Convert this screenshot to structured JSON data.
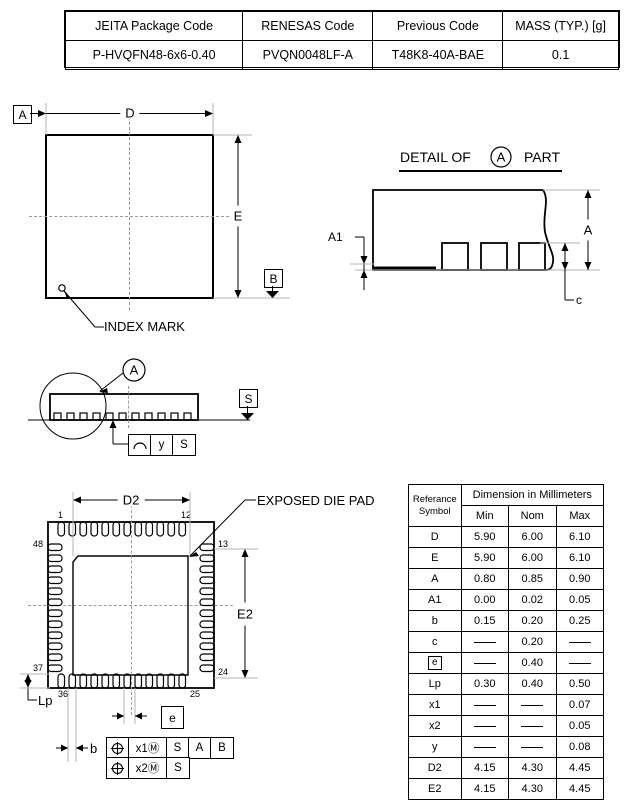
{
  "header_table": {
    "columns": [
      "JEITA Package Code",
      "RENESAS Code",
      "Previous Code",
      "MASS (TYP.) [g]"
    ],
    "row": [
      "P-HVQFN48-6x6-0.40",
      "PVQN0048LF-A",
      "T48K8-40A-BAE",
      "0.1"
    ]
  },
  "top_view": {
    "datum_a": "A",
    "datum_b": "B",
    "dim_d": "D",
    "dim_e": "E",
    "index_mark_label": "INDEX MARK"
  },
  "detail_view": {
    "title_prefix": "DETAIL OF",
    "title_circle": "A",
    "title_suffix": "PART",
    "dim_a": "A",
    "dim_a1": "A1",
    "dim_c": "c"
  },
  "side_view": {
    "circle_label": "A",
    "datum_s": "S",
    "fcf": [
      "⌒",
      "y",
      "S"
    ]
  },
  "bottom_view": {
    "dim_d2": "D2",
    "dim_e2": "E2",
    "dim_lp": "Lp",
    "dim_b": "b",
    "dim_e": "e",
    "exposed_die_pad_label": "EXPOSED DIE PAD",
    "pin_numbers": {
      "p1": "1",
      "p12": "12",
      "p13": "13",
      "p24": "24",
      "p25": "25",
      "p36": "36",
      "p37": "37",
      "p48": "48"
    },
    "fcf_row1": [
      "⊕",
      "x1Ⓜ",
      "S",
      "A",
      "B"
    ],
    "fcf_row2": [
      "⊕",
      "x2Ⓜ",
      "S"
    ]
  },
  "dimension_table": {
    "header_ref": "Referance",
    "header_sym": "Symbol",
    "header_dim": "Dimension in Millimeters",
    "subheaders": [
      "Min",
      "Nom",
      "Max"
    ],
    "rows": [
      {
        "symbol": "D",
        "min": "5.90",
        "nom": "6.00",
        "max": "6.10"
      },
      {
        "symbol": "E",
        "min": "5.90",
        "nom": "6.00",
        "max": "6.10"
      },
      {
        "symbol": "A",
        "min": "0.80",
        "nom": "0.85",
        "max": "0.90"
      },
      {
        "symbol": "A1",
        "min": "0.00",
        "nom": "0.02",
        "max": "0.05"
      },
      {
        "symbol": "b",
        "min": "0.15",
        "nom": "0.20",
        "max": "0.25"
      },
      {
        "symbol": "c",
        "min": "",
        "nom": "0.20",
        "max": ""
      },
      {
        "symbol": "e",
        "min": "",
        "nom": "0.40",
        "max": "",
        "boxed": true
      },
      {
        "symbol": "Lp",
        "min": "0.30",
        "nom": "0.40",
        "max": "0.50"
      },
      {
        "symbol": "x1",
        "min": "",
        "nom": "",
        "max": "0.07"
      },
      {
        "symbol": "x2",
        "min": "",
        "nom": "",
        "max": "0.05"
      },
      {
        "symbol": "y",
        "min": "",
        "nom": "",
        "max": "0.08"
      },
      {
        "symbol": "D2",
        "min": "4.15",
        "nom": "4.30",
        "max": "4.45"
      },
      {
        "symbol": "E2",
        "min": "4.15",
        "nom": "4.30",
        "max": "4.45"
      }
    ]
  },
  "colors": {
    "line": "#000000",
    "center_line": "#9a9a9a",
    "extension": "#b5b5b5"
  }
}
